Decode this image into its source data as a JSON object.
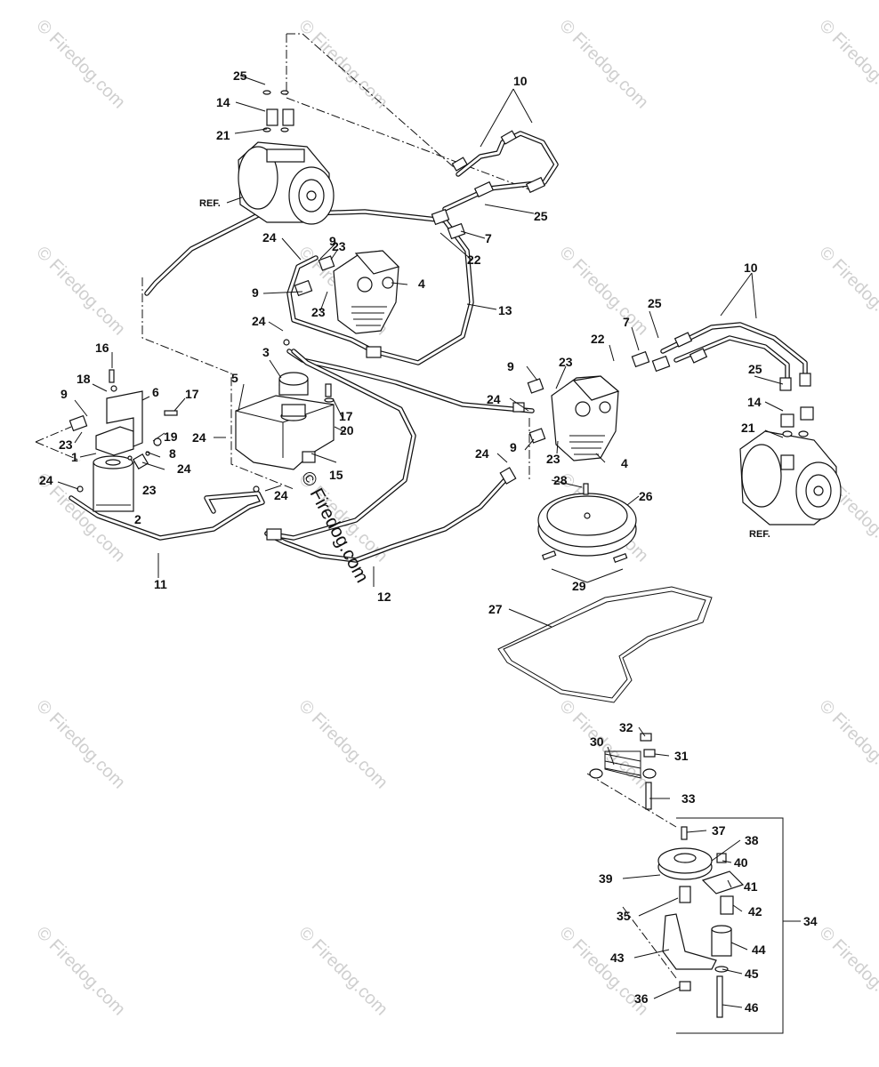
{
  "diagram": {
    "watermark_text": "Firedog.com",
    "stamp_text": "© Firedog.com",
    "ref_label": "REF.",
    "callouts": [
      "1",
      "2",
      "3",
      "4",
      "5",
      "6",
      "7",
      "8",
      "9",
      "10",
      "11",
      "12",
      "13",
      "14",
      "15",
      "16",
      "17",
      "18",
      "19",
      "20",
      "21",
      "22",
      "23",
      "24",
      "25",
      "26",
      "27",
      "28",
      "29",
      "30",
      "31",
      "32",
      "33",
      "34",
      "35",
      "36",
      "37",
      "38",
      "39",
      "40",
      "41",
      "42",
      "43",
      "44",
      "45",
      "46"
    ]
  }
}
